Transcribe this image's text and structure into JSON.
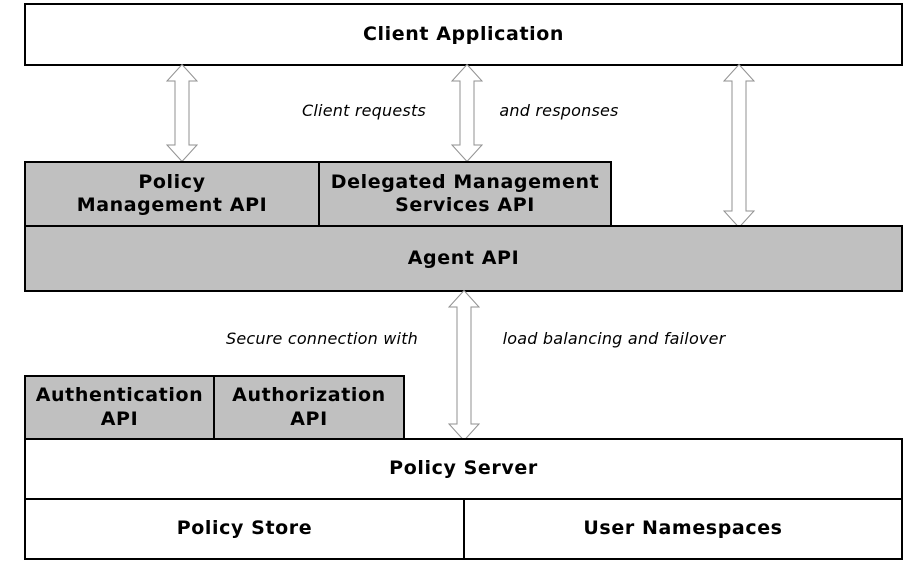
{
  "colors": {
    "background": "#ffffff",
    "box_border": "#000000",
    "box_fill_gray": "#c0c0c0",
    "box_fill_white": "#ffffff",
    "arrow_outline": "#909090",
    "arrow_fill": "#ffffff",
    "text": "#000000"
  },
  "boxes": {
    "client_application": {
      "label": "Client Application"
    },
    "policy_management_api": {
      "line1": "Policy",
      "line2": "Management API"
    },
    "delegated_management_services_api": {
      "line1": "Delegated Management",
      "line2": "Services API"
    },
    "agent_api": {
      "label": "Agent API"
    },
    "authentication_api": {
      "line1": "Authentication",
      "line2": "API"
    },
    "authorization_api": {
      "line1": "Authorization",
      "line2": "API"
    },
    "policy_server": {
      "label": "Policy Server"
    },
    "policy_store": {
      "label": "Policy Store"
    },
    "user_namespaces": {
      "label": "User Namespaces"
    }
  },
  "annotations": {
    "client_requests": "Client requests",
    "and_responses": "and responses",
    "secure_connection": "Secure connection with",
    "load_balancing": "load balancing and failover"
  }
}
